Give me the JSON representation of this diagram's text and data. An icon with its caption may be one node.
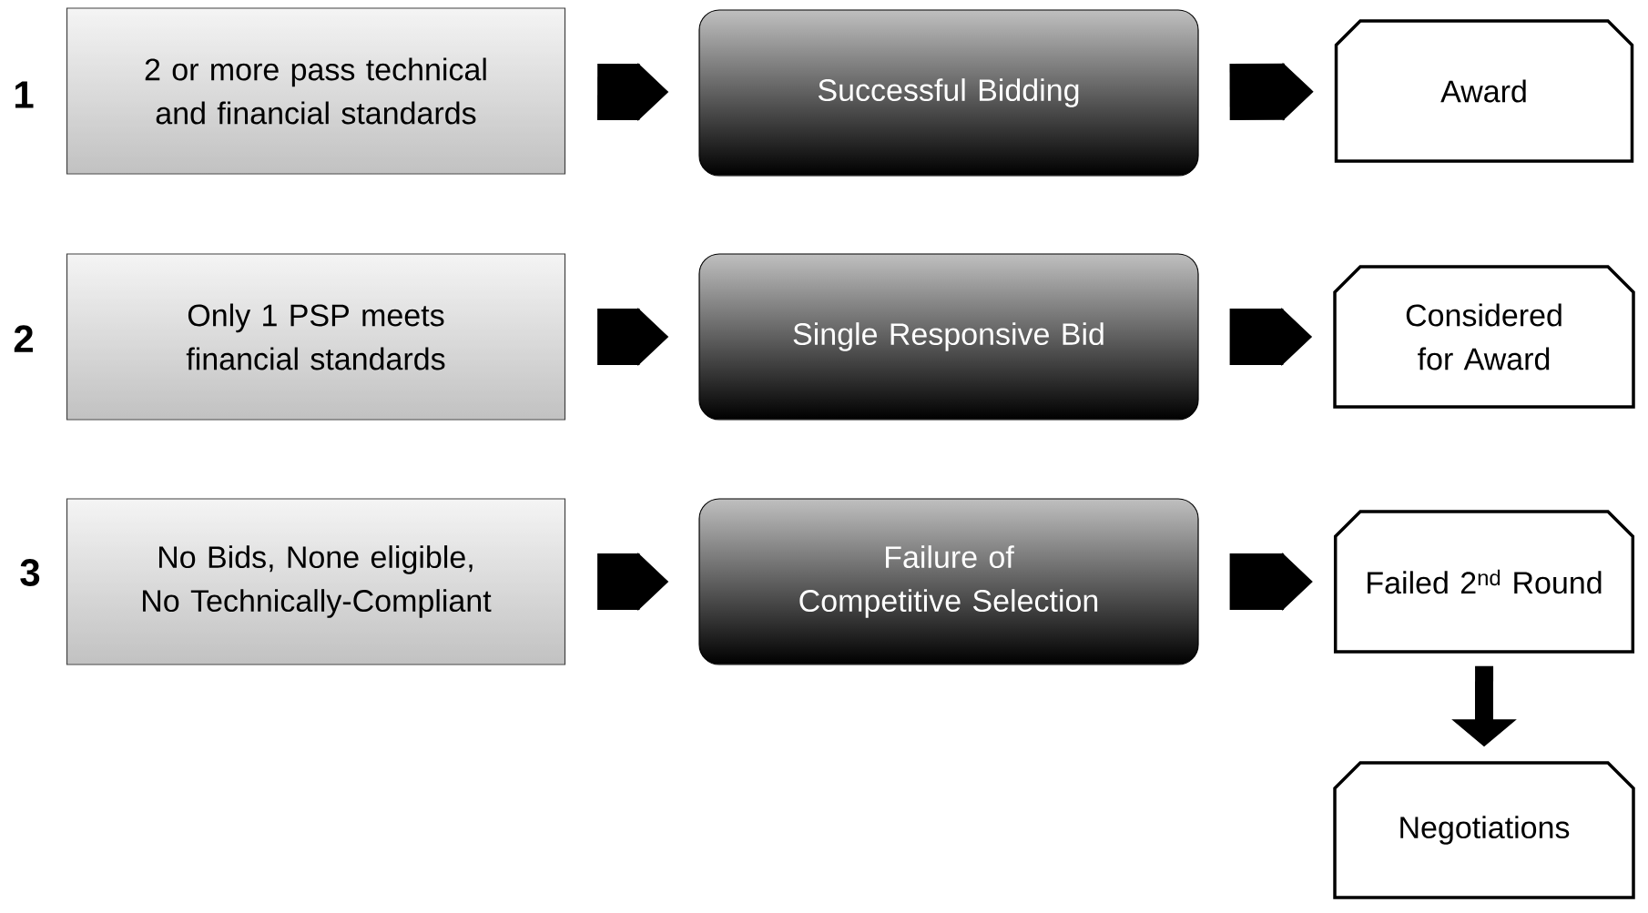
{
  "diagram": {
    "nodes": [
      {
        "text": [
          "2 or more pass technical and financial standards"
        ]
      },
      {
        "text": [
          "Successful Bidding"
        ]
      },
      {
        "text": [
          "Award"
        ]
      },
      {
        "text": [
          "Only 1 PSP meets financial standards"
        ]
      },
      {
        "text": [
          "Single Responsive Bid"
        ]
      },
      {
        "text": [
          "Considered for Award"
        ]
      },
      {
        "text": [
          "No Bids, None eligible, No Technically-Compliant"
        ]
      },
      {
        "text": [
          "Failure of Competitive Selection"
        ]
      },
      {
        "text": [
          "Failed 2$^{nd}$ Round"
        ]
      },
      {
        "text": [
          "Negotiations"
        ]
      }
    ],
    "edges": [
      {
        "from": 0,
        "to": 1,
        "arrow": "to"
      },
      {
        "from": 1,
        "to": 2,
        "arrow": "to"
      },
      {
        "from": 3,
        "to": 4,
        "arrow": "to"
      },
      {
        "from": 4,
        "to": 5,
        "arrow": "to"
      },
      {
        "from": 6,
        "to": 7,
        "arrow": "to"
      },
      {
        "from": 7,
        "to": 8,
        "arrow": "to"
      },
      {
        "from": 8,
        "to": 9,
        "arrow": "to"
      }
    ],
    "labels": [
      "1",
      "2",
      "3"
    ]
  }
}
